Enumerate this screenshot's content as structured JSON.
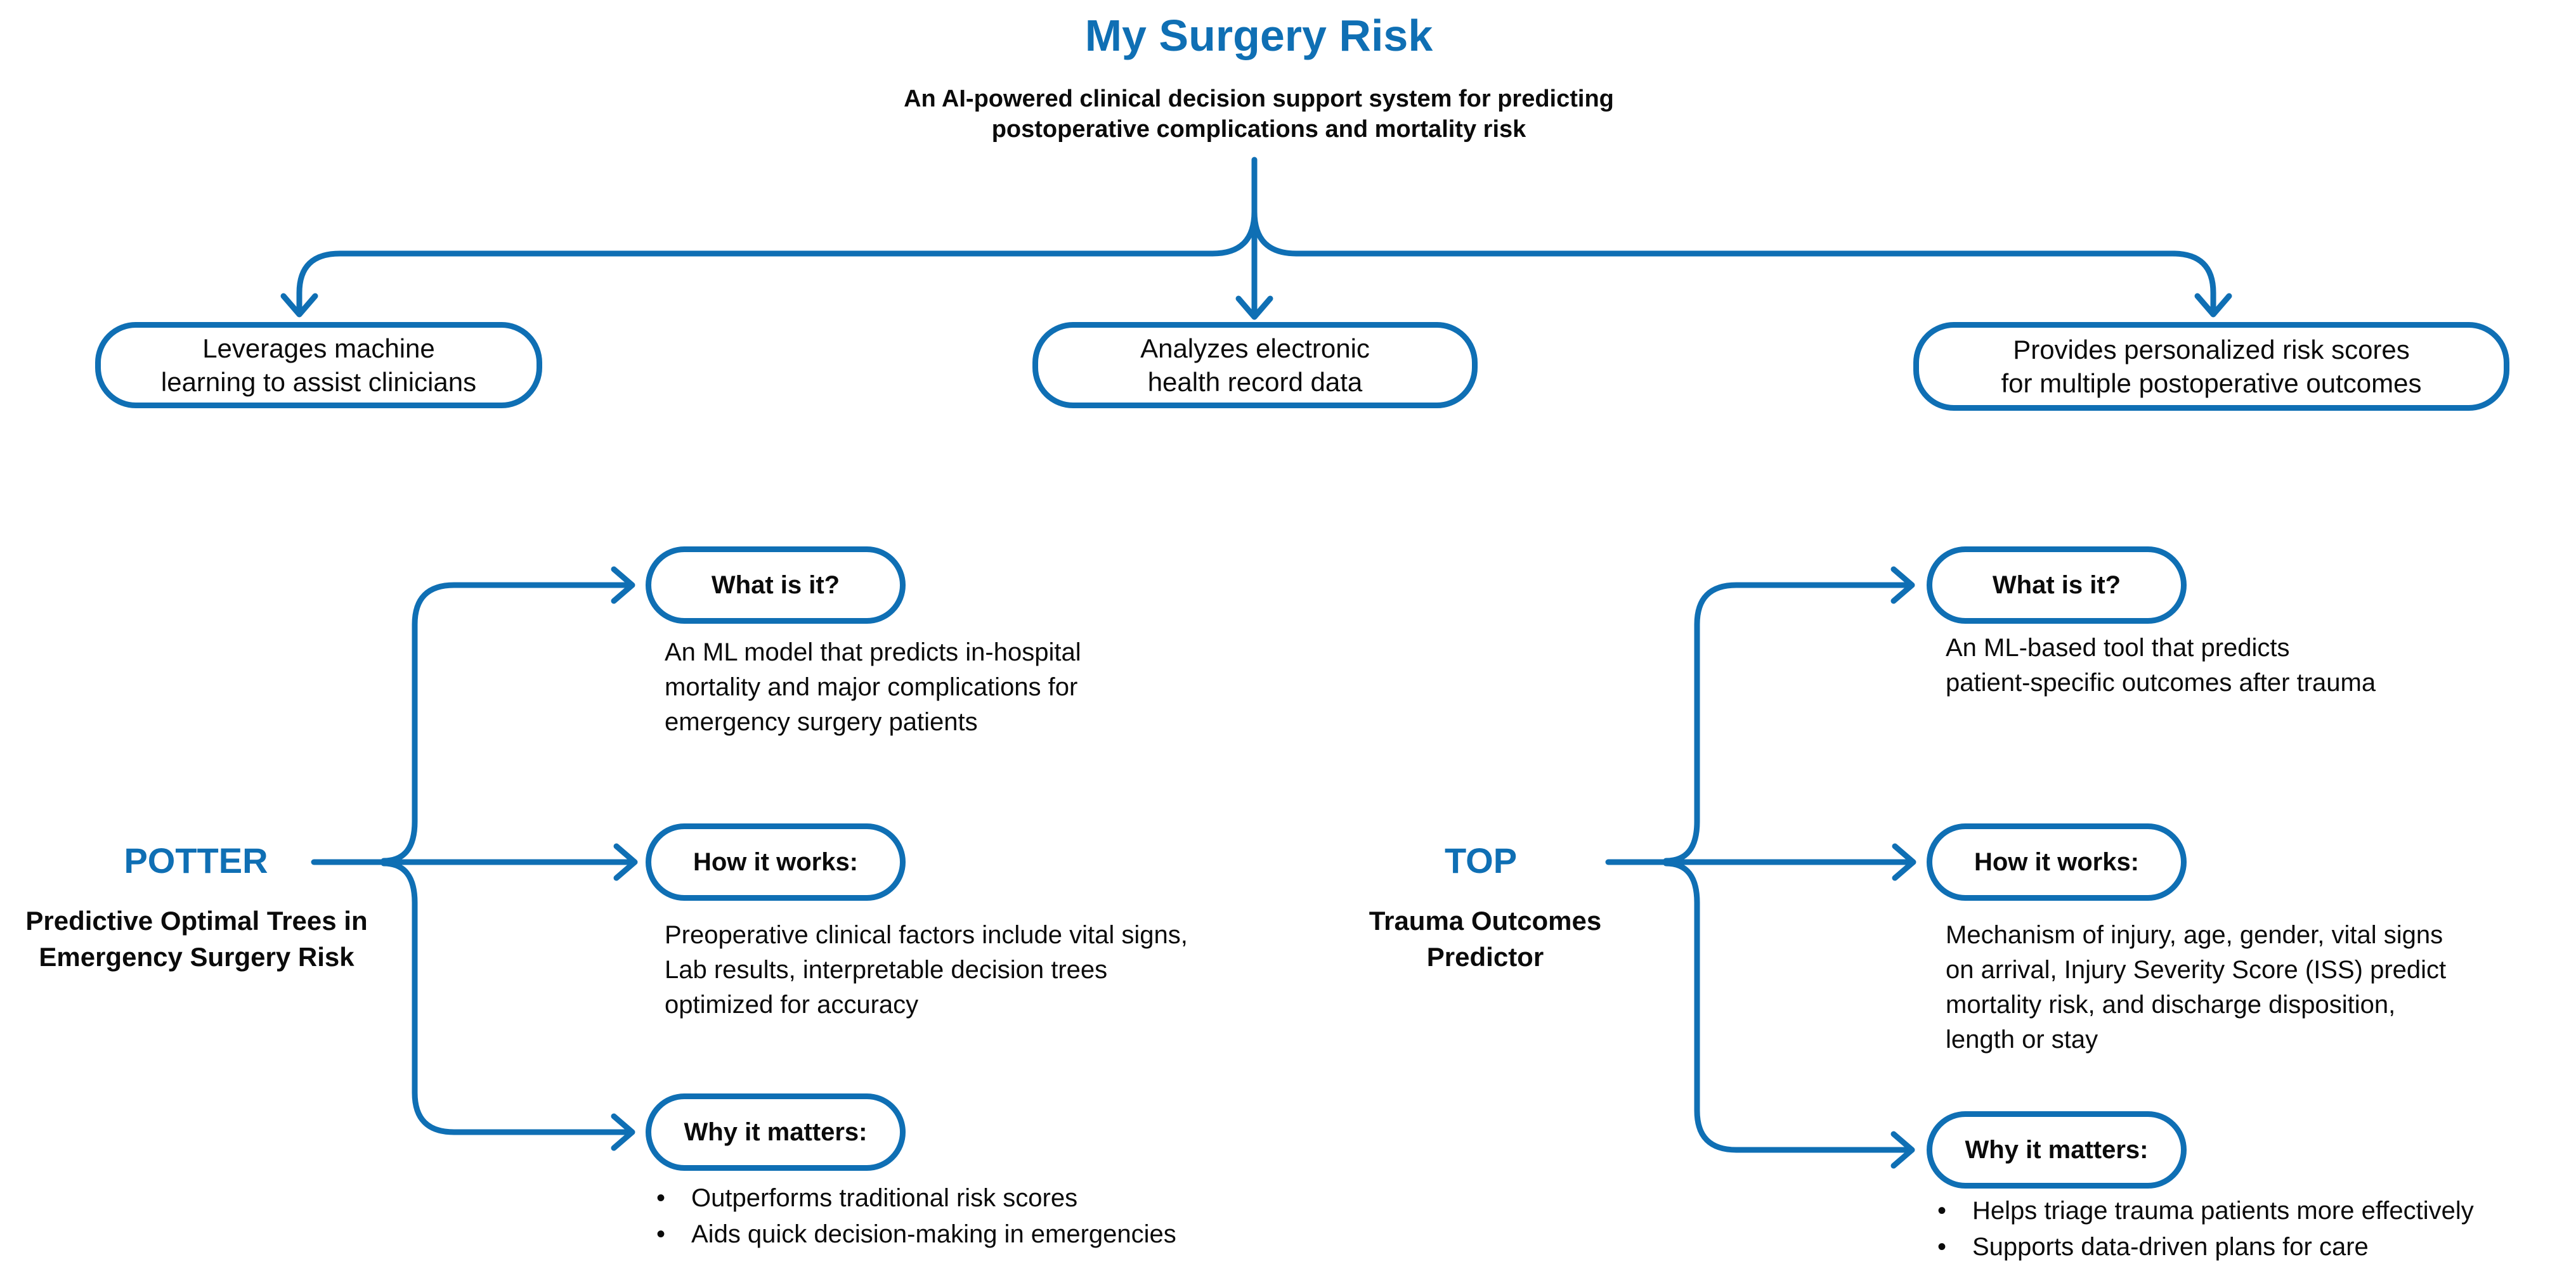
{
  "colors": {
    "accent": "#0f6fb4",
    "text": "#0b0b0b"
  },
  "bullet_char": "•",
  "header": {
    "title": "My Surgery Risk",
    "subtitle": "An AI-powered clinical decision support system for predicting\npostoperative complications and mortality risk"
  },
  "top_branches": [
    {
      "label": "Leverages machine\nlearning to assist clinicians"
    },
    {
      "label": "Analyzes electronic\nhealth record data"
    },
    {
      "label": "Provides personalized risk scores\nfor multiple postoperative outcomes"
    }
  ],
  "sections": [
    {
      "acronym": "POTTER",
      "name": "Predictive Optimal Trees in\nEmergency Surgery Risk",
      "items": [
        {
          "label": "What is it?",
          "text": "An ML model that predicts in-hospital\nmortality and major complications for\nemergency surgery patients"
        },
        {
          "label": "How it works:",
          "text": "Preoperative clinical factors include vital signs,\nLab results, interpretable decision trees\noptimized for accuracy"
        },
        {
          "label": "Why it matters:",
          "bullets": [
            "Outperforms traditional risk scores",
            "Aids quick decision-making in emergencies"
          ]
        }
      ]
    },
    {
      "acronym": "TOP",
      "name": "Trauma Outcomes\nPredictor",
      "items": [
        {
          "label": "What is it?",
          "text": "An ML-based tool that predicts\npatient-specific outcomes after trauma"
        },
        {
          "label": "How it works:",
          "text": "Mechanism of injury, age, gender, vital signs\non arrival, Injury Severity Score (ISS) predict\nmortality risk, and discharge disposition,\nlength or stay"
        },
        {
          "label": "Why it matters:",
          "bullets": [
            "Helps triage trauma patients more effectively",
            "Supports data-driven plans for care"
          ]
        }
      ]
    }
  ]
}
